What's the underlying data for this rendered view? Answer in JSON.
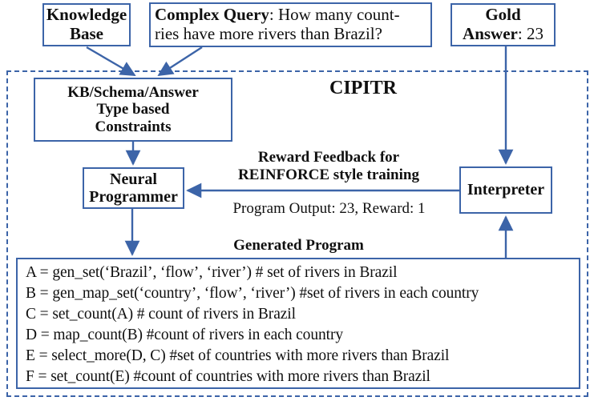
{
  "diagram": {
    "title": "CIPITR",
    "accent_color": "#3c64a8",
    "text_color": "#101010",
    "background_color": "#ffffff"
  },
  "inputs": {
    "knowledge_base": {
      "line1": "Knowledge",
      "line2": "Base"
    },
    "complex_query": {
      "label": "Complex Query",
      "separator": ": ",
      "text_line1": "How many count-",
      "text_line2": "ries have more rivers than Brazil?"
    },
    "gold_answer": {
      "line1": "Gold",
      "label": "Answer",
      "separator": ": ",
      "value": "23"
    }
  },
  "modules": {
    "constraints": {
      "line1": "KB/Schema/Answer",
      "line2": "Type based",
      "line3": "Constraints"
    },
    "neural_programmer": {
      "line1": "Neural",
      "line2": "Programmer"
    },
    "interpreter": {
      "label": "Interpreter"
    }
  },
  "annotations": {
    "reward_feedback_line1": "Reward Feedback for",
    "reward_feedback_line2": "REINFORCE style training",
    "program_output": "Program Output: 23, Reward: 1",
    "generated_program_heading": "Generated Program"
  },
  "generated_program": {
    "lines": [
      "A = gen_set(‘Brazil’, ‘flow’, ‘river’) # set of rivers in Brazil",
      "B = gen_map_set(‘country’, ‘flow’, ‘river’) #set of rivers in each country",
      "C = set_count(A) # count of rivers in Brazil",
      "D = map_count(B) #count of rivers in each country",
      "E = select_more(D, C) #set of countries with more rivers than Brazil",
      "F = set_count(E) #count of countries with more rivers than Brazil"
    ]
  }
}
